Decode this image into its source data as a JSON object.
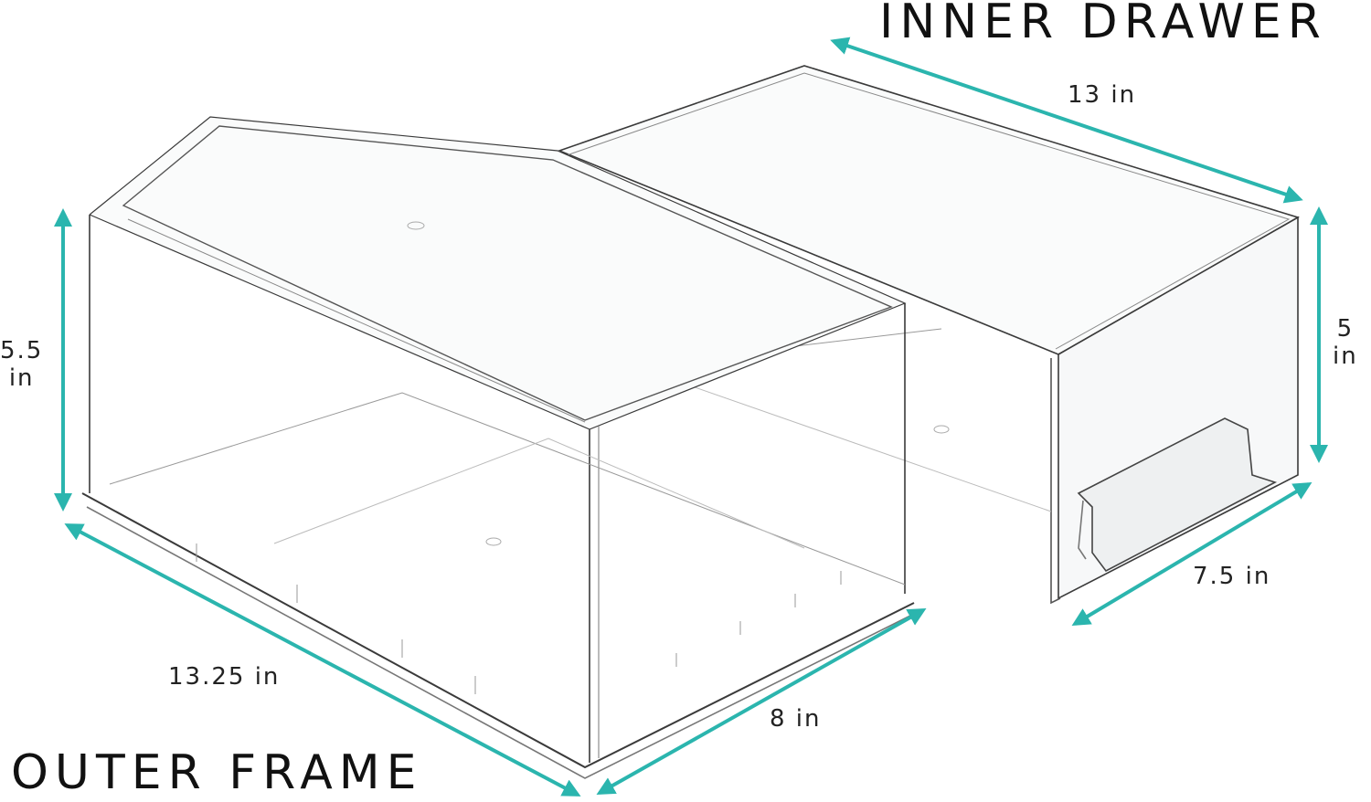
{
  "colors": {
    "arrow": "#2BB5AE",
    "outline": "#3a3a3a",
    "plastic": "#f4f6f7",
    "background": "#ffffff",
    "text": "#1a1a1a"
  },
  "labels": {
    "inner_drawer_title": "INNER DRAWER",
    "outer_frame_title": "OUTER FRAME"
  },
  "inner_drawer": {
    "length": {
      "value": "13",
      "unit": "in"
    },
    "height": {
      "value": "5",
      "unit": "in"
    },
    "width": {
      "value": "7.5",
      "unit": "in"
    }
  },
  "outer_frame": {
    "height": {
      "value": "5.5",
      "unit": "in"
    },
    "length": {
      "value": "13.25",
      "unit": "in"
    },
    "width": {
      "value": "8",
      "unit": "in"
    }
  },
  "text": {
    "inner_length": "13 in",
    "inner_height_value": "5",
    "inner_height_unit": "in",
    "inner_width": "7.5 in",
    "outer_height_value": "5.5",
    "outer_height_unit": "in",
    "outer_length": "13.25 in",
    "outer_width": "8 in"
  }
}
